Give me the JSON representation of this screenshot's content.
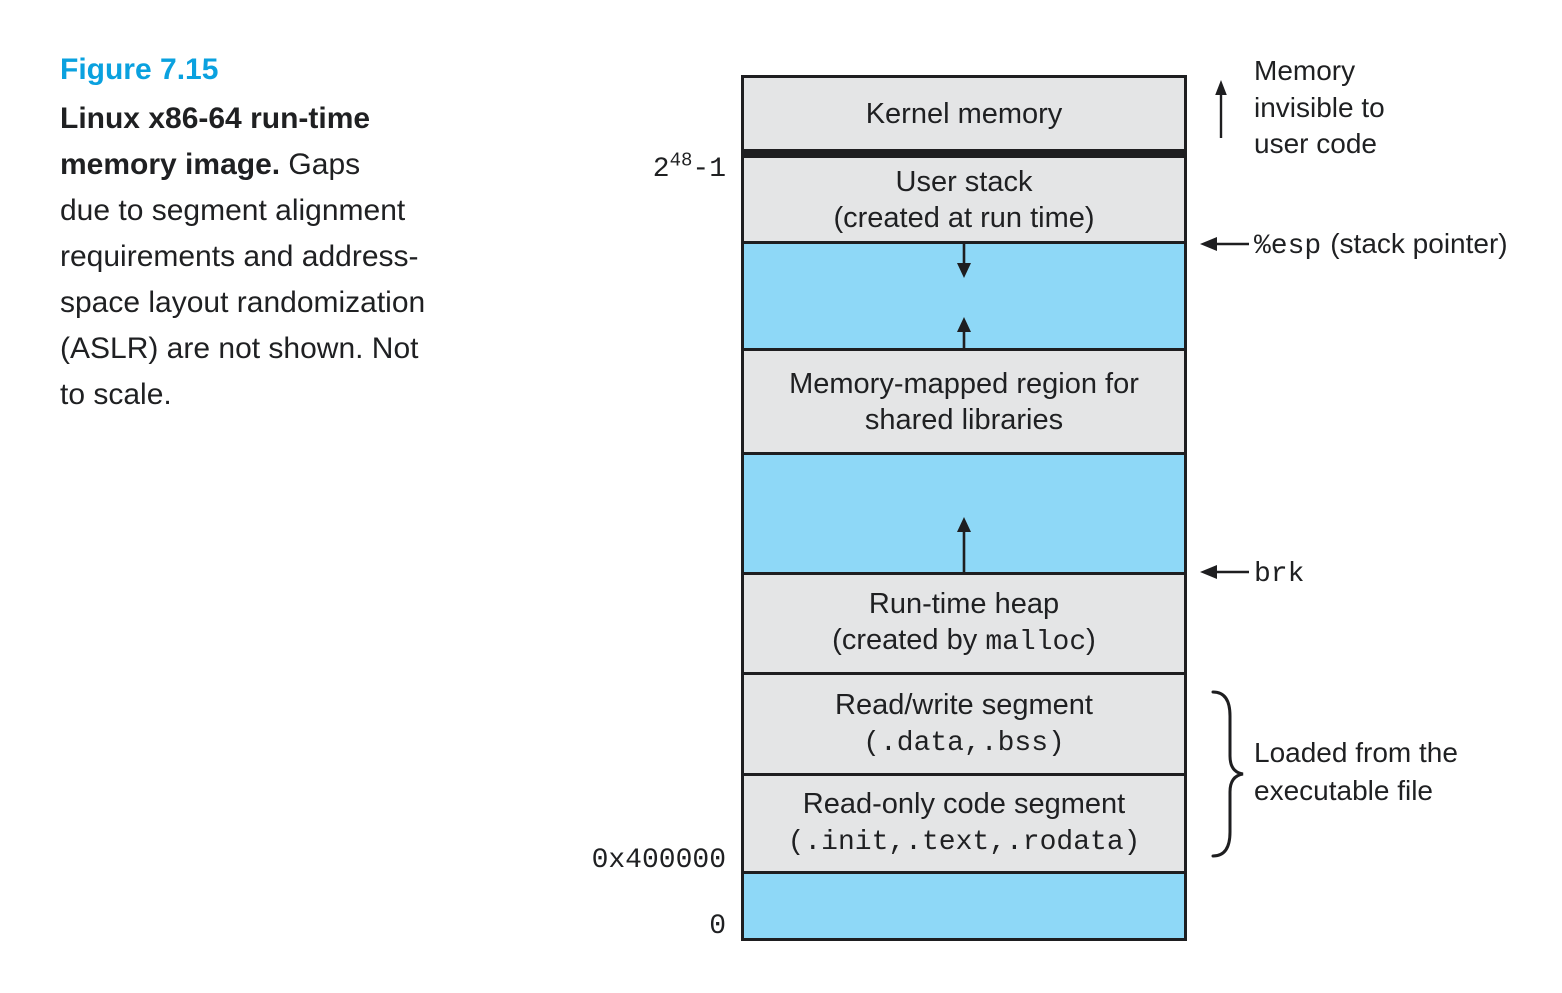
{
  "caption": {
    "number": "Figure 7.15",
    "lines": [
      {
        "bold": "Linux x86-64 run-time",
        "normal": ""
      },
      {
        "bold": "memory image.",
        "normal": " Gaps"
      },
      {
        "bold": "",
        "normal": "due to segment alignment"
      },
      {
        "bold": "",
        "normal": "requirements and address-"
      },
      {
        "bold": "",
        "normal": "space layout randomization"
      },
      {
        "bold": "",
        "normal": "(ASLR) are not shown. Not"
      },
      {
        "bold": "",
        "normal": "to scale."
      }
    ]
  },
  "colors": {
    "accent_blue": "#0aa1df",
    "region_blue": "#8ed8f7",
    "region_gray": "#e4e5e6",
    "line_black": "#1e1e20"
  },
  "diagram": {
    "segments": [
      {
        "name": "kernel-memory",
        "kind": "gray",
        "h": 71,
        "lines": [
          {
            "text": "Kernel memory"
          }
        ]
      },
      {
        "name": "kernel-divider-bar",
        "kind": "bar",
        "h": 9,
        "lines": []
      },
      {
        "name": "user-stack",
        "kind": "gray",
        "h": 83,
        "lines": [
          {
            "text": "User stack"
          },
          {
            "text": "(created at run time)"
          }
        ]
      },
      {
        "name": "stack-growth-gap",
        "kind": "blue",
        "h": 104,
        "lines": [],
        "arrows": [
          "stack-down",
          "mmap-up"
        ]
      },
      {
        "name": "memory-mapped-region",
        "kind": "gray",
        "h": 101,
        "lines": [
          {
            "text": "Memory-mapped region for"
          },
          {
            "text": "shared libraries"
          }
        ]
      },
      {
        "name": "heap-growth-gap",
        "kind": "blue",
        "h": 117,
        "lines": [],
        "arrows": [
          "heap-up"
        ]
      },
      {
        "name": "runtime-heap",
        "kind": "gray",
        "h": 97,
        "lines": [
          {
            "text": "Run-time heap"
          },
          {
            "pre": "(created by ",
            "mono": "malloc",
            "post": ")"
          }
        ]
      },
      {
        "name": "read-write-segment",
        "kind": "gray",
        "h": 98,
        "lines": [
          {
            "text": "Read/write segment"
          },
          {
            "mono": "(.data,.bss)"
          }
        ]
      },
      {
        "name": "read-only-segment",
        "kind": "gray",
        "h": 95,
        "lines": [
          {
            "text": "Read-only code segment"
          },
          {
            "mono": "(.init,.text,.rodata)"
          }
        ]
      },
      {
        "name": "bottom-gap",
        "kind": "blue",
        "h": 64,
        "lines": []
      }
    ],
    "address_labels": {
      "top": {
        "base": "2",
        "sup": "48",
        "rest": "-1"
      },
      "start": {
        "text": "0x400000"
      },
      "zero": {
        "text": "0"
      }
    },
    "annotations": {
      "invisible": {
        "lines": [
          "Memory",
          "invisible to",
          "user code"
        ]
      },
      "esp": {
        "mono": "%esp",
        "rest": "(stack pointer)"
      },
      "brk": {
        "mono": "brk"
      },
      "loaded": {
        "lines": [
          "Loaded from the",
          "executable file"
        ]
      }
    }
  }
}
